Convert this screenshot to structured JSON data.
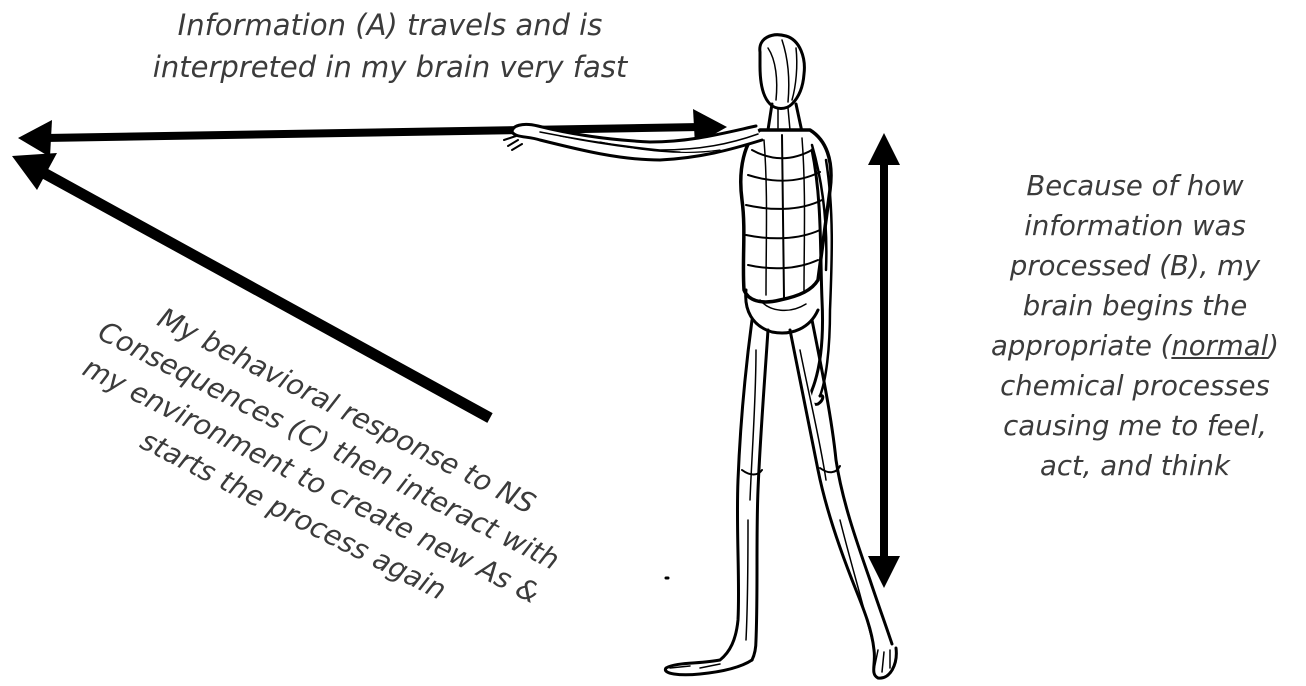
{
  "diagram": {
    "top_label": {
      "line1": "Information (A) travels and is",
      "line2": "interpreted in my brain very fast"
    },
    "right_label": {
      "line1": "Because of how",
      "line2": "information was",
      "line3": "processed (B), my",
      "line4": "brain begins the",
      "line5_before": "appropriate (",
      "line5_underlined": "normal",
      "line5_after": ")",
      "line6": "chemical processes",
      "line7": "causing me to feel,",
      "line8": "act, and think"
    },
    "left_label": {
      "line1": "My behavioral response to NS",
      "line2": "Consequences (C) then interact with",
      "line3": "my environment to create new As &",
      "line4": "starts the process again"
    },
    "colors": {
      "arrow": "#000000",
      "text": "#3b3b3b",
      "figure": "#000000"
    },
    "icons": [
      "anatomical-figure-illustration",
      "double-headed-arrow",
      "single-headed-arrow"
    ]
  }
}
